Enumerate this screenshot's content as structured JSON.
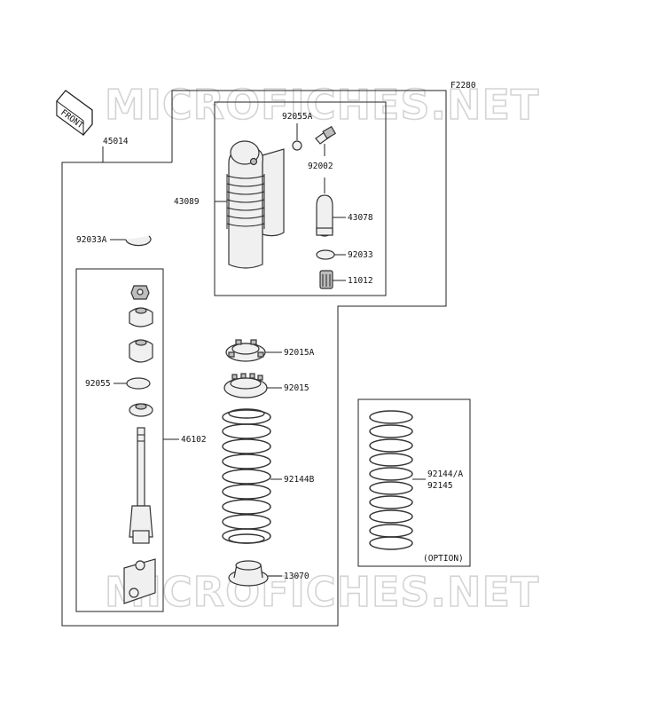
{
  "figure_code": "F2280",
  "front_tag": "FRONT",
  "watermark_top": "MICROFICHES.NET",
  "watermark_bottom": "MICROFICHES.NET",
  "option_label": "(OPTION)",
  "parts": {
    "p45014": "45014",
    "p92055A": "92055A",
    "p92002": "92002",
    "p43089": "43089",
    "p43078": "43078",
    "p92033A": "92033A",
    "p92033": "92033",
    "p11012": "11012",
    "p92015A": "92015A",
    "p92055": "92055",
    "p92015": "92015",
    "p46102": "46102",
    "p92144B": "92144B",
    "p92144A": "92144/A",
    "p92145": "92145",
    "p13070": "13070"
  }
}
